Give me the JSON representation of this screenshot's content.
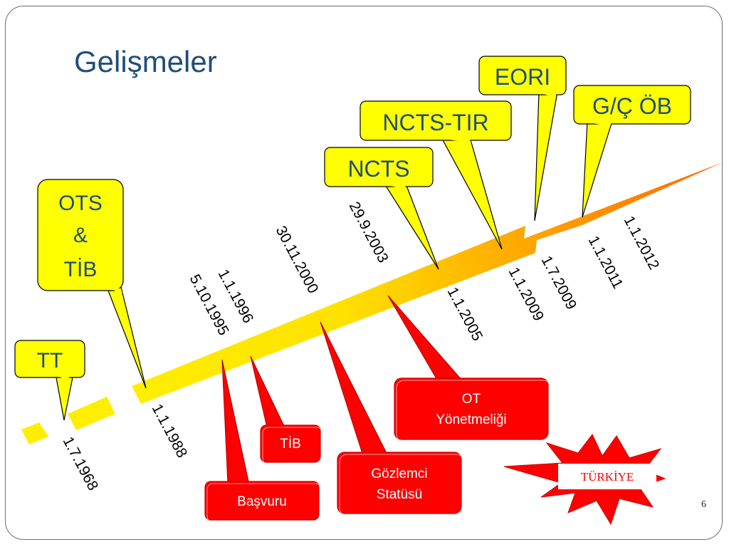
{
  "slide": {
    "title": "Gelişmeler",
    "page_number": "6"
  },
  "colors": {
    "yellow_box": "#ffff00",
    "red_box": "#ff0000",
    "title": "#1f4e79",
    "arrow_start": "#ffe600",
    "arrow_end": "#ff6a00"
  },
  "milestones_top": {
    "tt": "TT",
    "ots_line1": "OTS",
    "ots_line2": "&",
    "ots_line3": "TİB",
    "ncts": "NCTS",
    "ncts_tir": "NCTS-TIR",
    "eori": "EORI",
    "gc_ob": "G/Ç ÖB"
  },
  "milestones_bottom": {
    "basvuru": "Başvuru",
    "tib": "TİB",
    "gozlemci_line1": "Gözlemci",
    "gozlemci_line2": "Statüsü",
    "ot_line1": "OT",
    "ot_line2": "Yönetmeliği"
  },
  "dates": {
    "d1968": "1.7.1968",
    "d1988": "1.1.1988",
    "d1995": "5.10.1995",
    "d1996": "1.1.1996",
    "d2000": "30.11.2000",
    "d2003": "29.9.2003",
    "d2005": "1.1.2005",
    "d2009a": "1.1.2009",
    "d2009b": "1.7.2009",
    "d2011": "1.1.2011",
    "d2012": "1.1.2012"
  },
  "badge": {
    "label": "TÜRKİYE"
  }
}
